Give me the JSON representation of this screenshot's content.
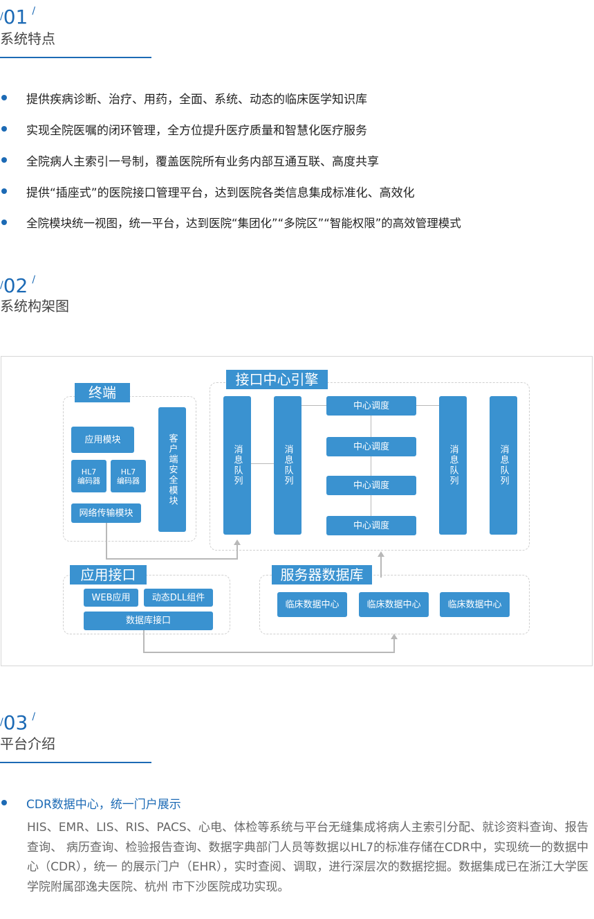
{
  "sections": [
    {
      "num": "01",
      "title": "系统特点"
    },
    {
      "num": "02",
      "title": "系统构架图"
    },
    {
      "num": "03",
      "title": "平台介绍"
    }
  ],
  "features": [
    "提供疾病诊断、治疗、用药，全面、系统、动态的临床医学知识库",
    "实现全院医嘱的闭环管理，全方位提升医疗质量和智慧化医疗服务",
    "全院病人主索引一号制，覆盖医院所有业务内部互通互联、高度共享",
    "提供“插座式”的医院接口管理平台，达到医院各类信息集成标准化、高效化",
    "全院模块统一视图，统一平台，达到医院“集团化”“多院区”“智能权限”的高效管理模式"
  ],
  "diagram": {
    "terminal": {
      "title": "终端",
      "app_module": "应用模块",
      "hl7_a": "HL7\n编码器",
      "hl7_b": "HL7\n编码器",
      "network": "网络传输模块",
      "client_security": "客户端安全模块"
    },
    "engine": {
      "title": "接口中心引擎",
      "queue": "消息队列",
      "dispatch": "中心调度"
    },
    "app_interface": {
      "title": "应用接口",
      "web": "WEB应用",
      "dll": "动态DLL组件",
      "db_interface": "数据库接口"
    },
    "server_db": {
      "title": "服务器数据库",
      "center": "临床数据中心"
    }
  },
  "platform": {
    "heading": "CDR数据中心，统一门户展示",
    "body": "HIS、EMR、LIS、RIS、PACS、心电、体检等系统与平台无缝集成将病人主索引分配、就诊资料查询、报告查询、 病历查询、检验报告查询、数据字典部门人员等数据以HL7的标准存储在CDR中，实现统一的数据中心（CDR），统一 的展示门户（EHR），实时查阅、调取，进行深层次的数据挖掘。数据集成已在浙江大学医学院附属邵逸夫医院、杭州 市下沙医院成功实现。"
  },
  "colors": {
    "accent": "#1c6ab5",
    "block": "#3a92d0"
  }
}
